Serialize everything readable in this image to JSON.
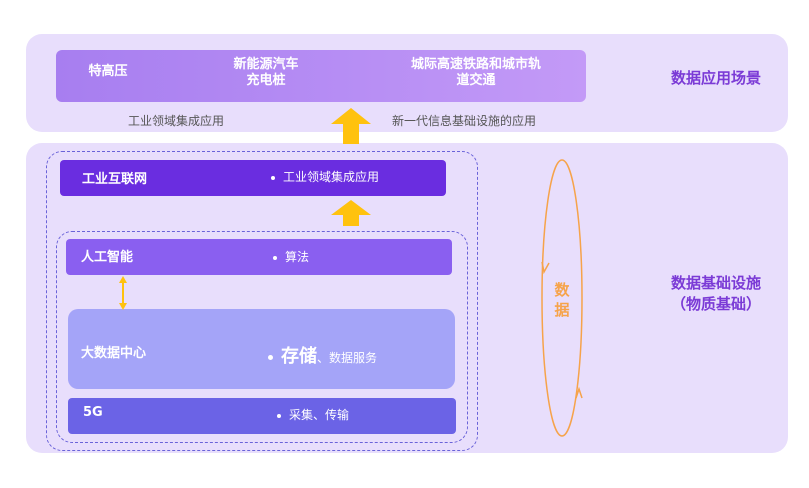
{
  "application_scenarios": {
    "items": [
      "特高压",
      "新能源汽车\n充电桩",
      "城际高速铁路和城市轨\n道交通"
    ],
    "caption_left": "工业领域集成应用",
    "caption_right": "新一代信息基础设施的应用",
    "title": "数据应用场景"
  },
  "infrastructure": {
    "title": "数据基础设施\n（物质基础）",
    "layers": [
      {
        "name": "工业互联网",
        "detail": "工业领域集成应用"
      },
      {
        "name": "人工智能",
        "detail": "算法"
      },
      {
        "name": "大数据中心",
        "detail_main": "存储",
        "detail_sub": "、数据服务"
      },
      {
        "name": "5G",
        "detail": "采集、传输"
      }
    ],
    "cycle_label": "数\n据"
  },
  "colors": {
    "panel": "#e8defc",
    "top_bar": "#b58cf4",
    "industrial_internet": "#6a2de0",
    "ai": "#8a5ff0",
    "big_data": "#a4a4f8",
    "5g": "#6b63e6",
    "arrow": "#ffc20e",
    "cycle": "#f6a34a",
    "accent_text": "#7b3bd6"
  }
}
